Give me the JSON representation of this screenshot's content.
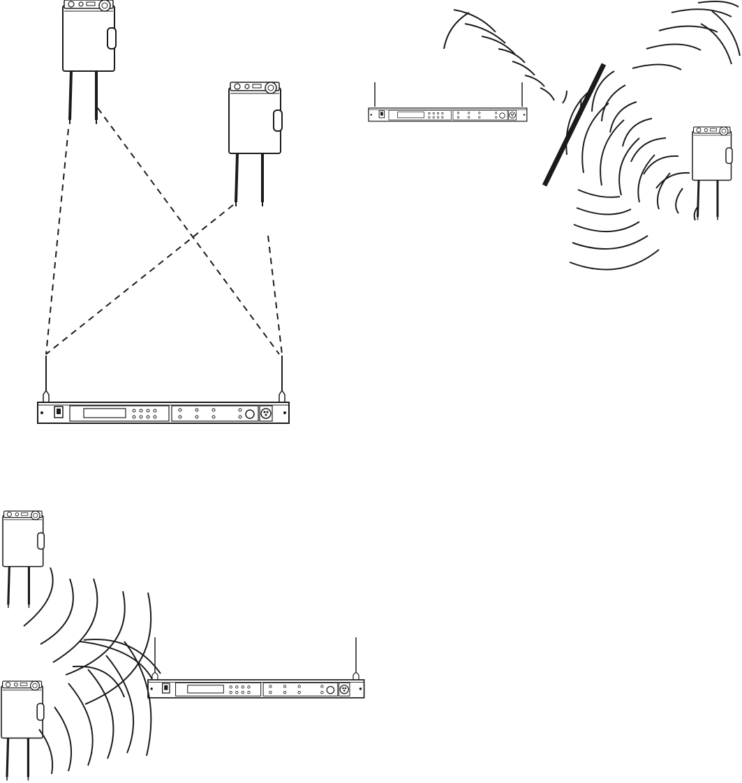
{
  "colors": {
    "ink": "#1a1a1a",
    "paper": "#ffffff"
  },
  "scenes": [
    {
      "id": "diversity-antenna-paths",
      "devices": [
        "bodypack-transmitter",
        "bodypack-transmitter",
        "rack-receiver"
      ],
      "signal": "dashed-lines"
    },
    {
      "id": "signal-reflection",
      "devices": [
        "rack-receiver",
        "bodypack-transmitter",
        "reflecting-surface"
      ],
      "signal": "radio-waves"
    },
    {
      "id": "multiple-transmitters",
      "devices": [
        "bodypack-transmitter",
        "bodypack-transmitter",
        "rack-receiver"
      ],
      "signal": "radio-waves"
    }
  ]
}
